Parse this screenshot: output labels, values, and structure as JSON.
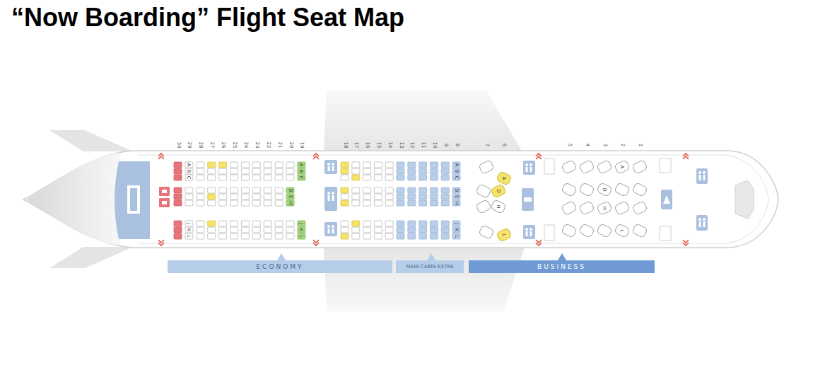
{
  "diagram": {
    "title": "“Now Boarding” Flight Seat Map",
    "nodes": [
      {
        "text": [
          "ECONOMY"
        ]
      },
      {
        "text": [
          "MAIN CABIN EXTRA"
        ]
      },
      {
        "text": [
          "BUSINESS"
        ]
      }
    ],
    "labels": [
      "30",
      "29",
      "28",
      "27",
      "26",
      "25",
      "24",
      "23",
      "22",
      "21",
      "20",
      "19",
      "18",
      "17",
      "16",
      "15",
      "14",
      "13",
      "12",
      "11",
      "10",
      "9",
      "8",
      "7",
      "6",
      "5",
      "4",
      "3",
      "2",
      "1",
      "A",
      "B",
      "C",
      "D",
      "E",
      "H",
      "J",
      "K",
      "L",
      "A",
      "B",
      "C",
      "D",
      "E",
      "H",
      "J",
      "K",
      "L",
      "A",
      "B",
      "C",
      "J",
      "K",
      "L",
      "A",
      "D",
      "H",
      "L",
      "A",
      "D",
      "H",
      "L"
    ]
  }
}
